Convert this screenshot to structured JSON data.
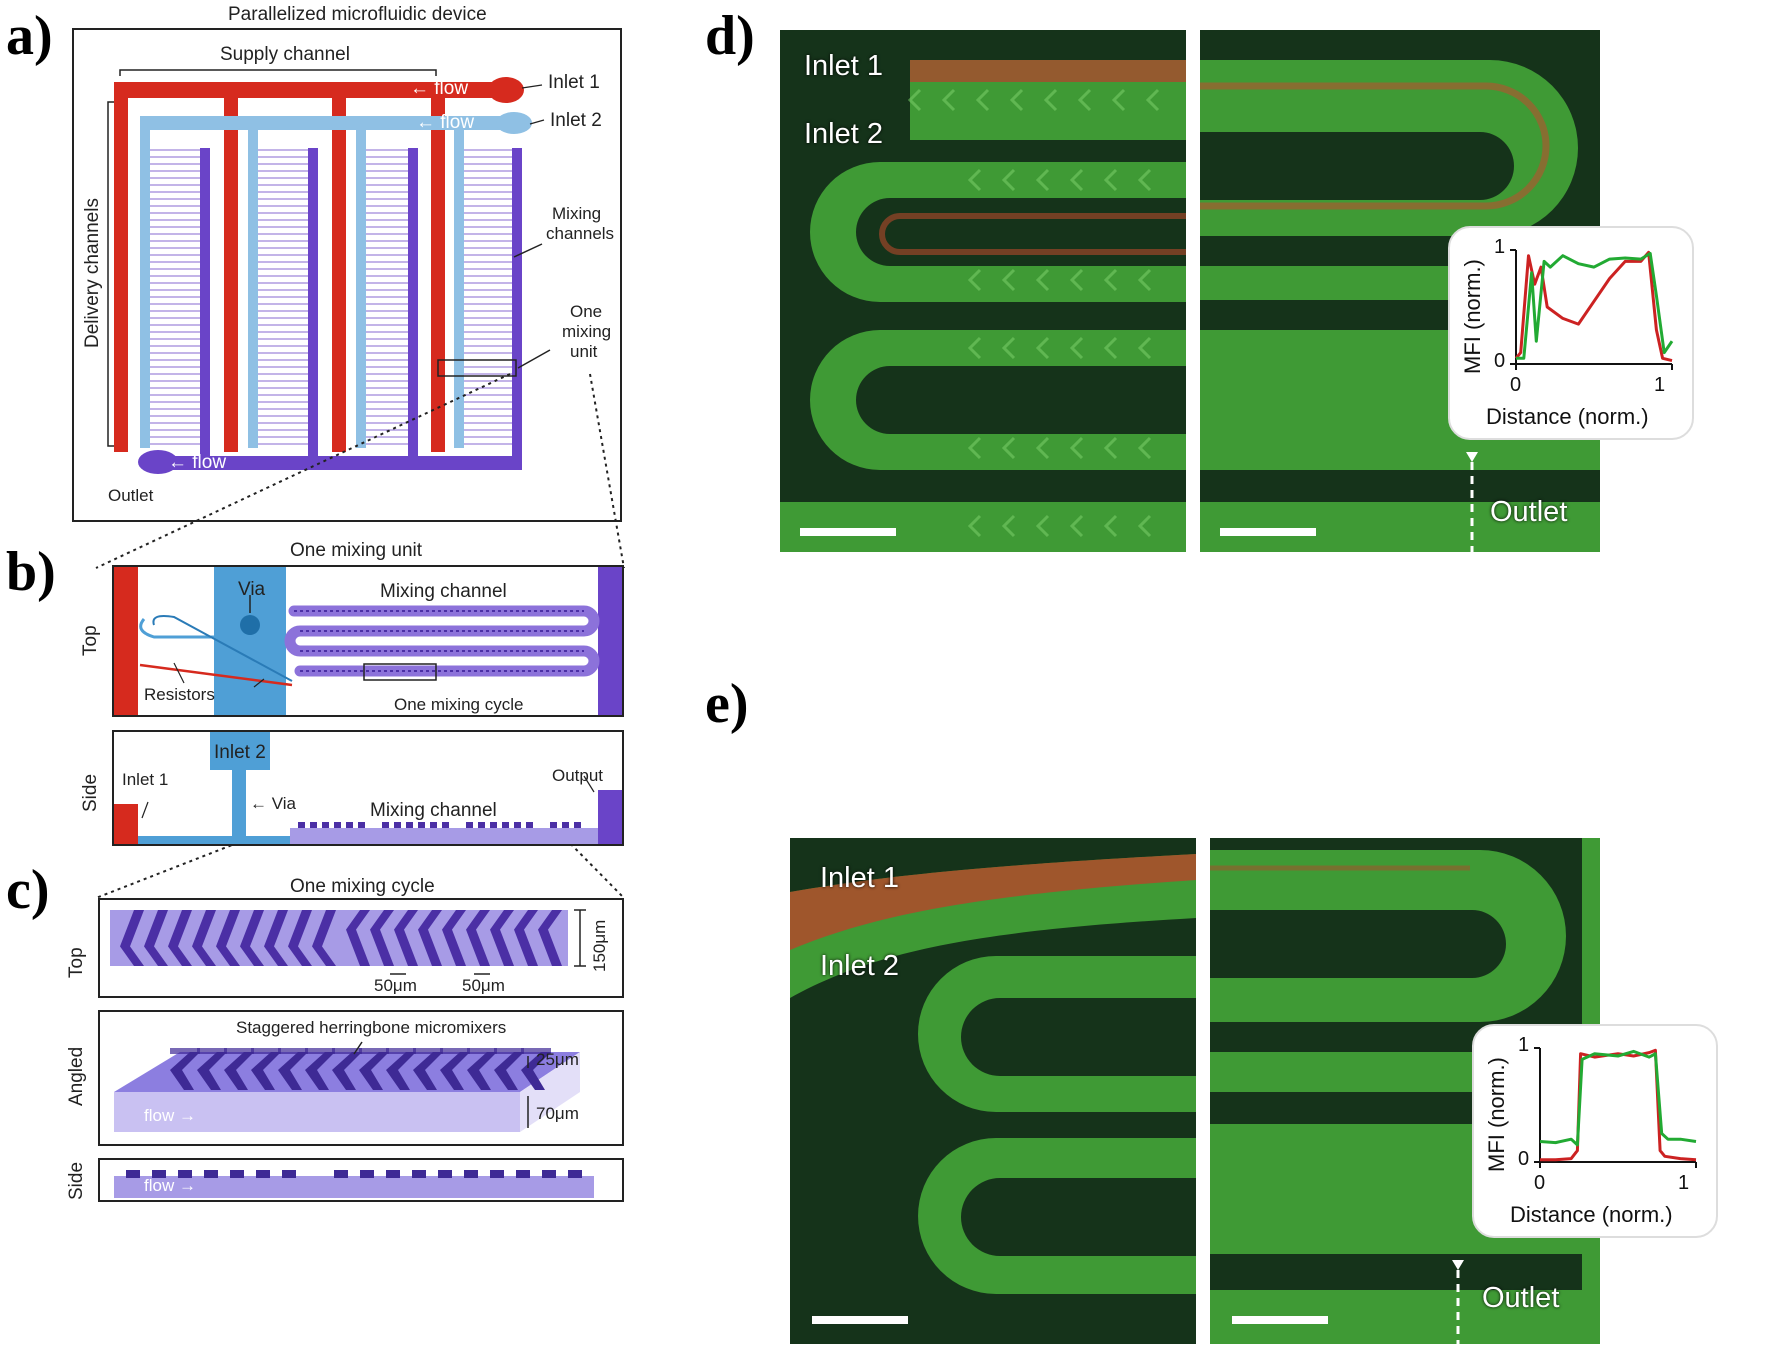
{
  "panels": {
    "a": {
      "letter": "a)",
      "title": "Parallelized microfluidic device",
      "supply_channel": "Supply channel",
      "delivery_channels": "Delivery channels",
      "inlet1": "Inlet 1",
      "inlet2": "Inlet 2",
      "flow": "← flow",
      "mixing_channels_line1": "Mixing",
      "mixing_channels_line2": "channels",
      "one_mixing_unit_line1": "One",
      "one_mixing_unit_line2": "mixing",
      "one_mixing_unit_line3": "unit",
      "outlet": "Outlet"
    },
    "b": {
      "letter": "b)",
      "title": "One mixing unit",
      "top": "Top",
      "side": "Side",
      "via": "Via",
      "mixing_channel": "Mixing channel",
      "resistors": "Resistors",
      "one_mixing_cycle": "One mixing cycle",
      "inlet2": "Inlet 2",
      "inlet1": "Inlet 1",
      "via_arrow": "← Via",
      "output": "Output"
    },
    "c": {
      "letter": "c)",
      "title": "One mixing cycle",
      "top": "Top",
      "angled": "Angled",
      "side": "Side",
      "dim_150": "150μm",
      "dim_50a": "50μm",
      "dim_50b": "50μm",
      "herringbone": "Staggered herringbone micromixers",
      "dim_25": "25μm",
      "dim_70": "70μm",
      "flow": "flow →"
    },
    "d": {
      "letter": "d)",
      "inlet1": "Inlet 1",
      "inlet2": "Inlet 2",
      "outlet": "Outlet",
      "inset": {
        "ylabel": "MFI (norm.)",
        "xlabel": "Distance (norm.)",
        "y_ticks": [
          "0",
          "1"
        ],
        "x_ticks": [
          "0",
          "1"
        ]
      }
    },
    "e": {
      "letter": "e)",
      "inlet1": "Inlet 1",
      "inlet2": "Inlet 2",
      "outlet": "Outlet",
      "inset": {
        "ylabel": "MFI (norm.)",
        "xlabel": "Distance (norm.)",
        "y_ticks": [
          "0",
          "1"
        ],
        "x_ticks": [
          "0",
          "1"
        ]
      }
    }
  },
  "colors": {
    "red": "#d62a1e",
    "light_blue": "#7fb6df",
    "blue": "#4f9fd6",
    "purple": "#6a44c8",
    "light_purple": "#a79be6",
    "micro_green": "#3f9a35",
    "micro_dark": "#15331a",
    "trace_red": "#cc2222",
    "trace_green": "#22aa33"
  },
  "chart_data": [
    {
      "type": "line",
      "xlabel": "Distance (norm.)",
      "ylabel": "MFI (norm.)",
      "xlim": [
        0,
        1
      ],
      "ylim": [
        0,
        1
      ],
      "series": [
        {
          "name": "",
          "color": "#cc2222",
          "x": [
            0,
            0.03,
            0.08,
            0.12,
            0.16,
            0.2,
            0.3,
            0.4,
            0.5,
            0.6,
            0.7,
            0.8,
            0.85,
            0.9,
            0.94,
            1.0
          ],
          "y": [
            0.05,
            0.1,
            0.95,
            0.7,
            0.85,
            0.5,
            0.4,
            0.35,
            0.55,
            0.75,
            0.9,
            0.9,
            0.98,
            0.3,
            0.05,
            0.03
          ]
        },
        {
          "name": "",
          "color": "#22aa33",
          "x": [
            0,
            0.05,
            0.1,
            0.13,
            0.18,
            0.22,
            0.3,
            0.4,
            0.5,
            0.6,
            0.7,
            0.8,
            0.86,
            0.9,
            0.95,
            1.0
          ],
          "y": [
            0.05,
            0.05,
            0.8,
            0.2,
            0.9,
            0.85,
            0.95,
            0.88,
            0.85,
            0.92,
            0.93,
            0.92,
            0.97,
            0.6,
            0.1,
            0.2
          ]
        }
      ]
    },
    {
      "type": "line",
      "xlabel": "Distance (norm.)",
      "ylabel": "MFI (norm.)",
      "xlim": [
        0,
        1
      ],
      "ylim": [
        0,
        1
      ],
      "series": [
        {
          "name": "",
          "color": "#cc2222",
          "x": [
            0,
            0.1,
            0.2,
            0.24,
            0.26,
            0.35,
            0.5,
            0.6,
            0.7,
            0.74,
            0.77,
            0.8,
            0.9,
            1.0
          ],
          "y": [
            0.02,
            0.02,
            0.03,
            0.1,
            0.95,
            0.92,
            0.95,
            0.93,
            0.96,
            0.98,
            0.1,
            0.05,
            0.03,
            0.02
          ]
        },
        {
          "name": "",
          "color": "#22aa33",
          "x": [
            0,
            0.1,
            0.2,
            0.24,
            0.27,
            0.35,
            0.5,
            0.6,
            0.7,
            0.74,
            0.78,
            0.82,
            0.9,
            1.0
          ],
          "y": [
            0.18,
            0.17,
            0.2,
            0.15,
            0.9,
            0.95,
            0.93,
            0.97,
            0.92,
            0.95,
            0.25,
            0.2,
            0.2,
            0.18
          ]
        }
      ]
    }
  ]
}
